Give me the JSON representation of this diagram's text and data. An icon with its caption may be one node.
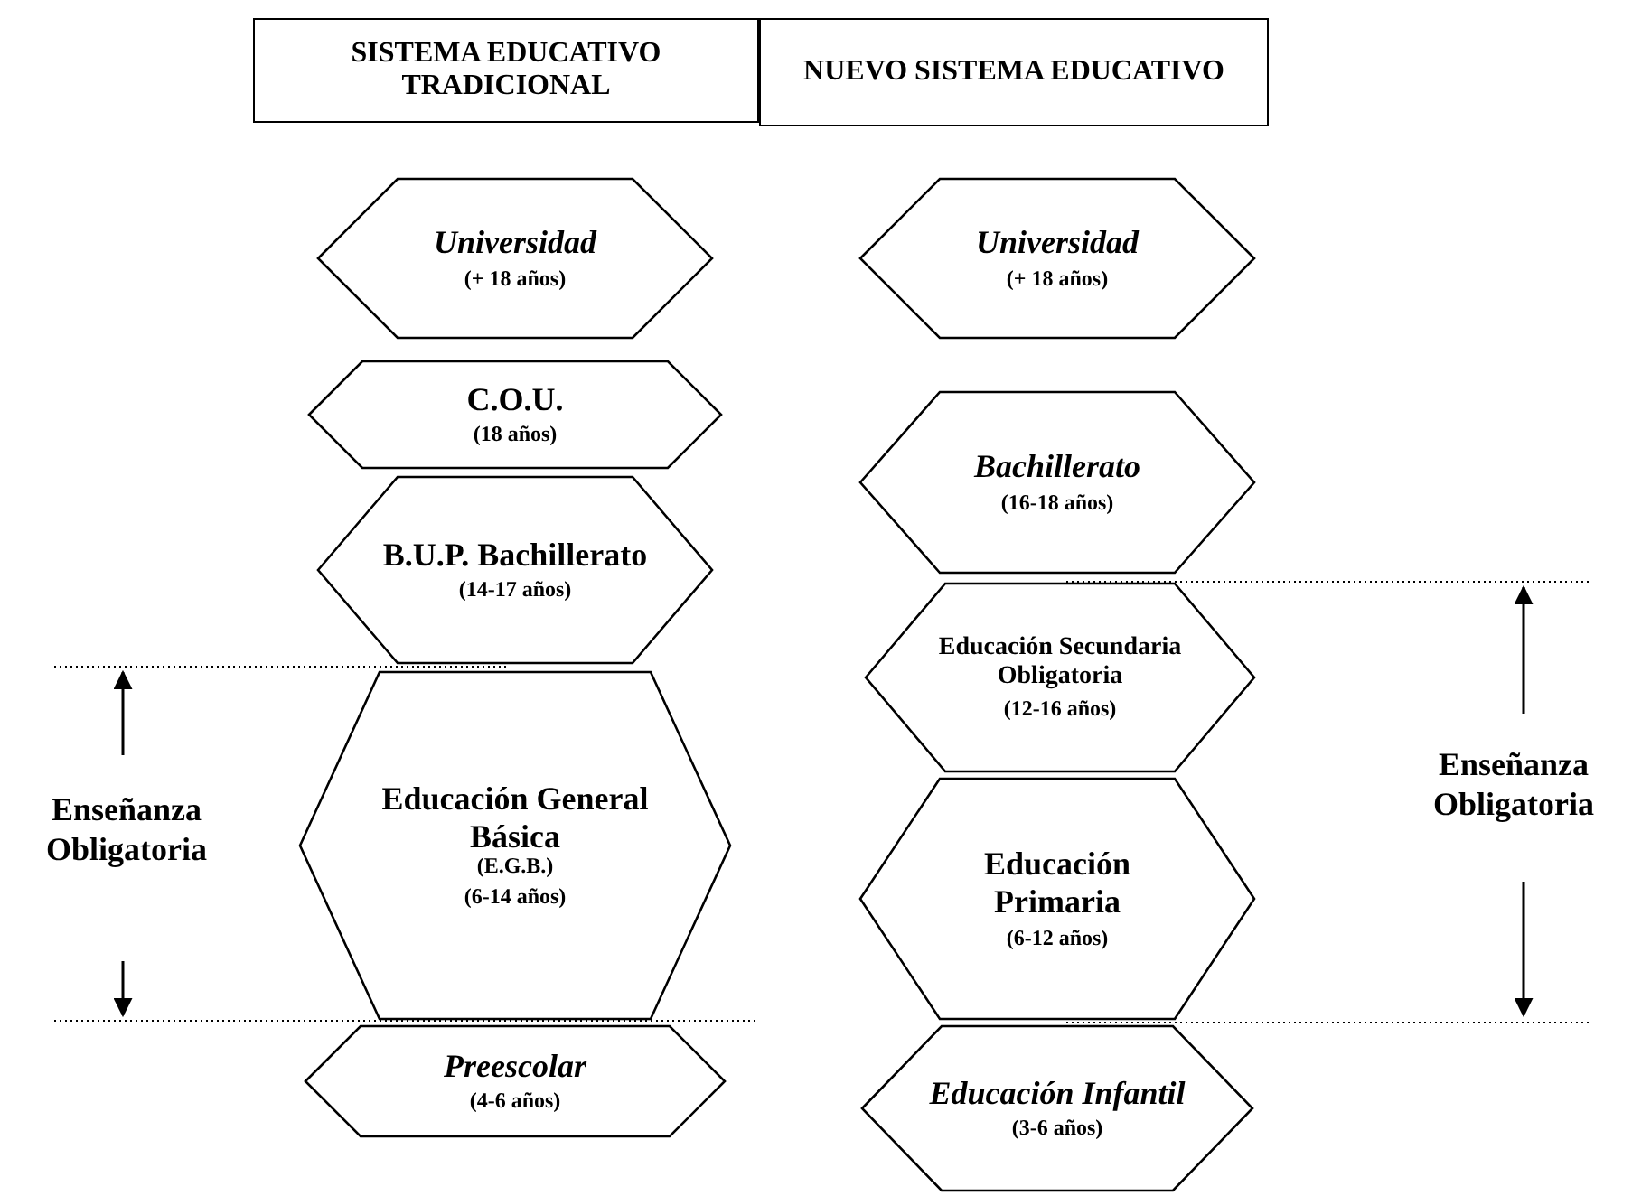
{
  "diagram": {
    "nodes": [
      {
        "text": [
          "SISTEMA EDUCATIVO TRADICIONAL"
        ]
      },
      {
        "text": [
          "NUEVO SISTEMA EDUCATIVO"
        ]
      },
      {
        "text": [
          "Universidad",
          "(+ 18 años)"
        ]
      },
      {
        "text": [
          "C.O.U.",
          "(18 años)"
        ]
      },
      {
        "text": [
          "B.U.P. Bachillerato",
          "(14-17 años)"
        ]
      },
      {
        "text": [
          "Educación General Básica",
          "(E.G.B.)",
          "(6-14 años)"
        ]
      },
      {
        "text": [
          "Preescolar",
          "(4-6 años)"
        ]
      },
      {
        "text": [
          "Universidad",
          "(+ 18 años)"
        ]
      },
      {
        "text": [
          "Bachillerato",
          "(16-18 años)"
        ]
      },
      {
        "text": [
          "Educación Secundaria Obligatoria",
          "(12-16 años)"
        ]
      },
      {
        "text": [
          "Educación Primaria",
          "(6-12 años)"
        ]
      },
      {
        "text": [
          "Educación Infantil",
          "(3-6 años)"
        ]
      }
    ],
    "labels": [
      "Enseñanza Obligatoria",
      "Enseñanza Obligatoria"
    ]
  }
}
